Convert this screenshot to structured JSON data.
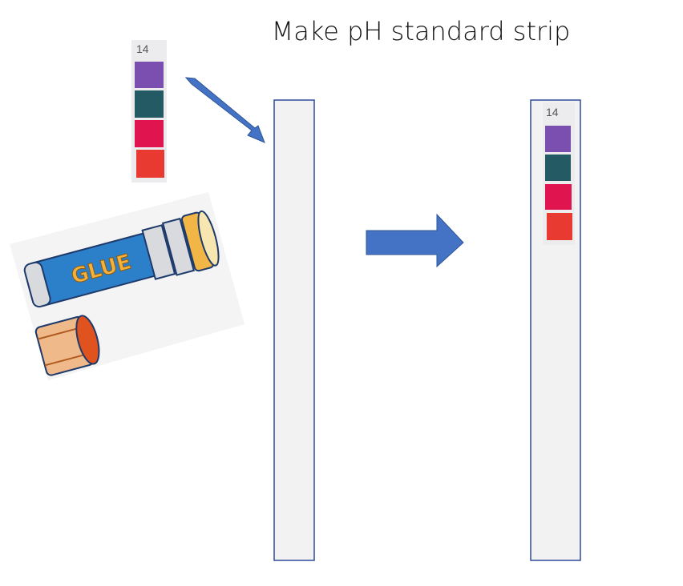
{
  "title": "Make pH standard strip",
  "source_strip": {
    "label": "14",
    "swatches": [
      "#7b4fb0",
      "#245a64",
      "#e0154f",
      "#e93a32"
    ]
  },
  "glue_stick": {
    "label": "GLUE"
  },
  "result_strip": {
    "label": "14",
    "swatches": [
      "#7b4fb0",
      "#245a64",
      "#e0154f",
      "#e93a32"
    ]
  },
  "colors": {
    "arrow": "#4472c4",
    "strip_border": "#2f4a9a",
    "strip_fill": "#f2f2f2"
  }
}
